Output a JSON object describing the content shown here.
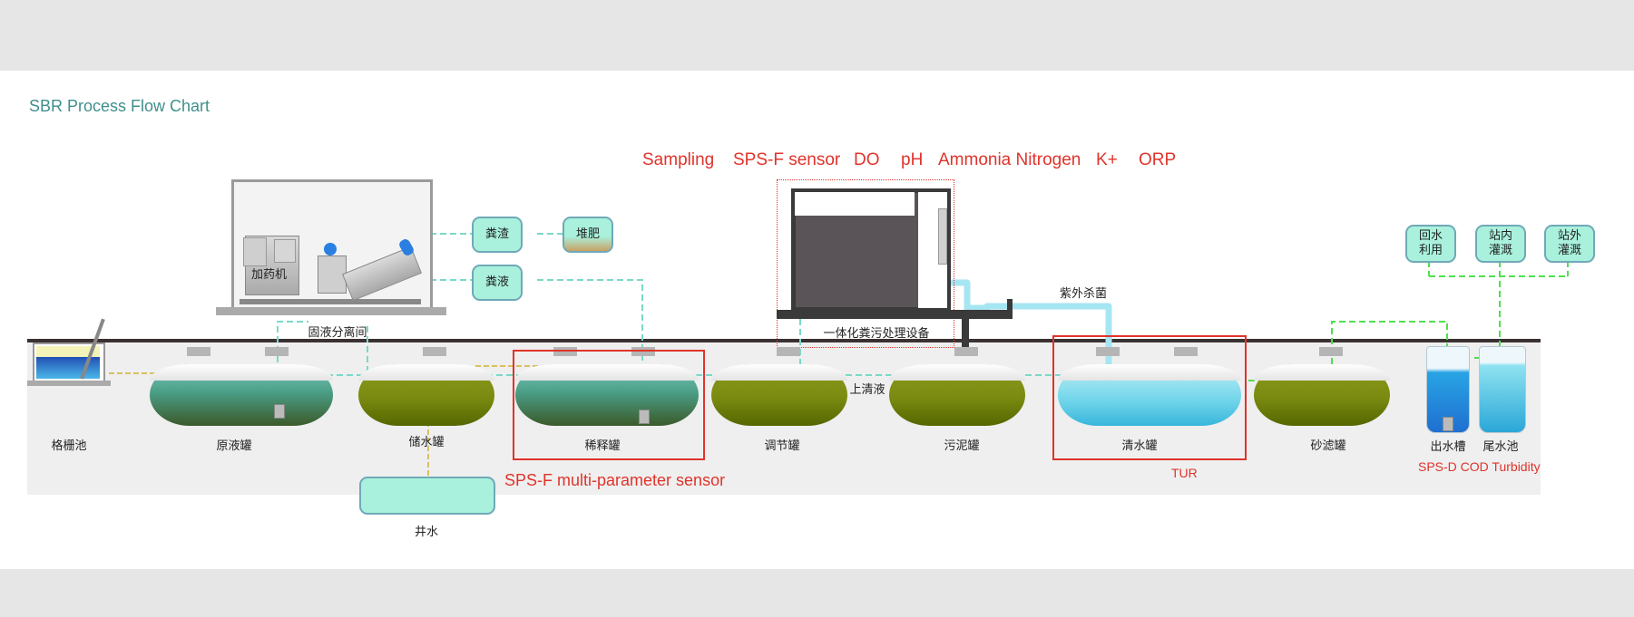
{
  "title": "SBR Process Flow Chart",
  "sensors": {
    "top": {
      "sampling": "Sampling",
      "sensor": "SPS-F sensor",
      "do": "DO",
      "ph": "pH",
      "ammonia": "Ammonia Nitrogen",
      "k": "K+",
      "orp": "ORP"
    },
    "multi_param": "SPS-F multi-parameter sensor",
    "tur": "TUR",
    "cod_turbidity": "SPS-D COD Turbidity"
  },
  "labels": {
    "grid_pool": "格栅池",
    "raw_tank": "原液罐",
    "storage_tank": "储水罐",
    "dilution_tank": "稀释罐",
    "regulating_tank": "调节罐",
    "sludge_tank": "污泥罐",
    "clear_tank": "清水罐",
    "sand_filter": "砂滤罐",
    "outlet_trough": "出水槽",
    "tail_pool": "尾水池",
    "well_water": "井水",
    "separation_room": "固液分离间",
    "dosing_machine": "加药机",
    "integrated_equipment": "一体化粪污处理设备",
    "supernatant": "上清液",
    "uv": "紫外杀菌",
    "manure_residue": "粪渣",
    "compost": "堆肥",
    "manure_liquid": "粪液",
    "reuse_l1": "回水",
    "reuse_l2": "利用",
    "station_in_l1": "站内",
    "station_in_l2": "灌溉",
    "station_out_l1": "站外",
    "station_out_l2": "灌溉"
  },
  "colors": {
    "accent_title": "#3f8f8c",
    "sensor_red": "#e0332b",
    "pipe_green": "#4fe04f",
    "pipe_teal": "#7ad9c8",
    "pipe_yellow": "#d9c060",
    "pipe_uv": "#a6e6f2"
  }
}
